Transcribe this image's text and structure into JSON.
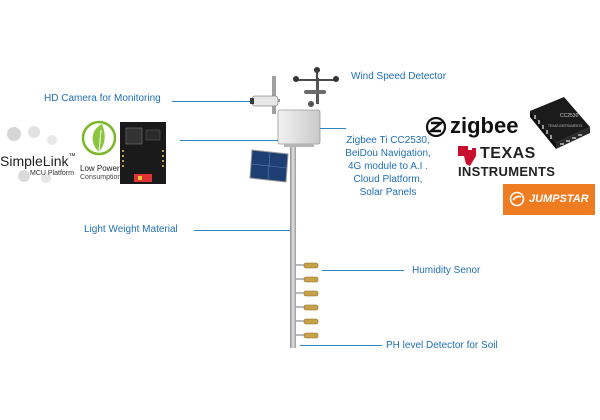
{
  "labels": {
    "wind": "Wind Speed Detector",
    "camera": "HD Camera for Monitoring",
    "modules": [
      "Zigbee Ti CC2530,",
      "BeiDou Navigation,",
      "4G module to A.I .",
      "Cloud Platform,",
      "Solar Panels"
    ],
    "material": "Light Weight Material",
    "humidity": "Humidity Senor",
    "ph": "PH level Detector for Soil"
  },
  "logos": {
    "simplelink": {
      "title": "SimpleLink",
      "tm": "™",
      "sub": "MCU Platform"
    },
    "low_power": {
      "line1": "Low Power",
      "line2": "Consumption"
    },
    "zigbee": "zigbee",
    "ti": {
      "line1": "TEXAS",
      "line2": "INSTRUMENTS"
    },
    "jumpstar": "JUMPSTAR",
    "chip": {
      "model": "CC2530",
      "brand": "TEXAS INSTRUMENTS"
    }
  },
  "colors": {
    "label_blue": "#1f6fb5",
    "leader_blue": "#2e86c1",
    "ti_red": "#c8102e",
    "jumpstar_orange": "#f07c22",
    "leaf_green": "#7ab829"
  }
}
